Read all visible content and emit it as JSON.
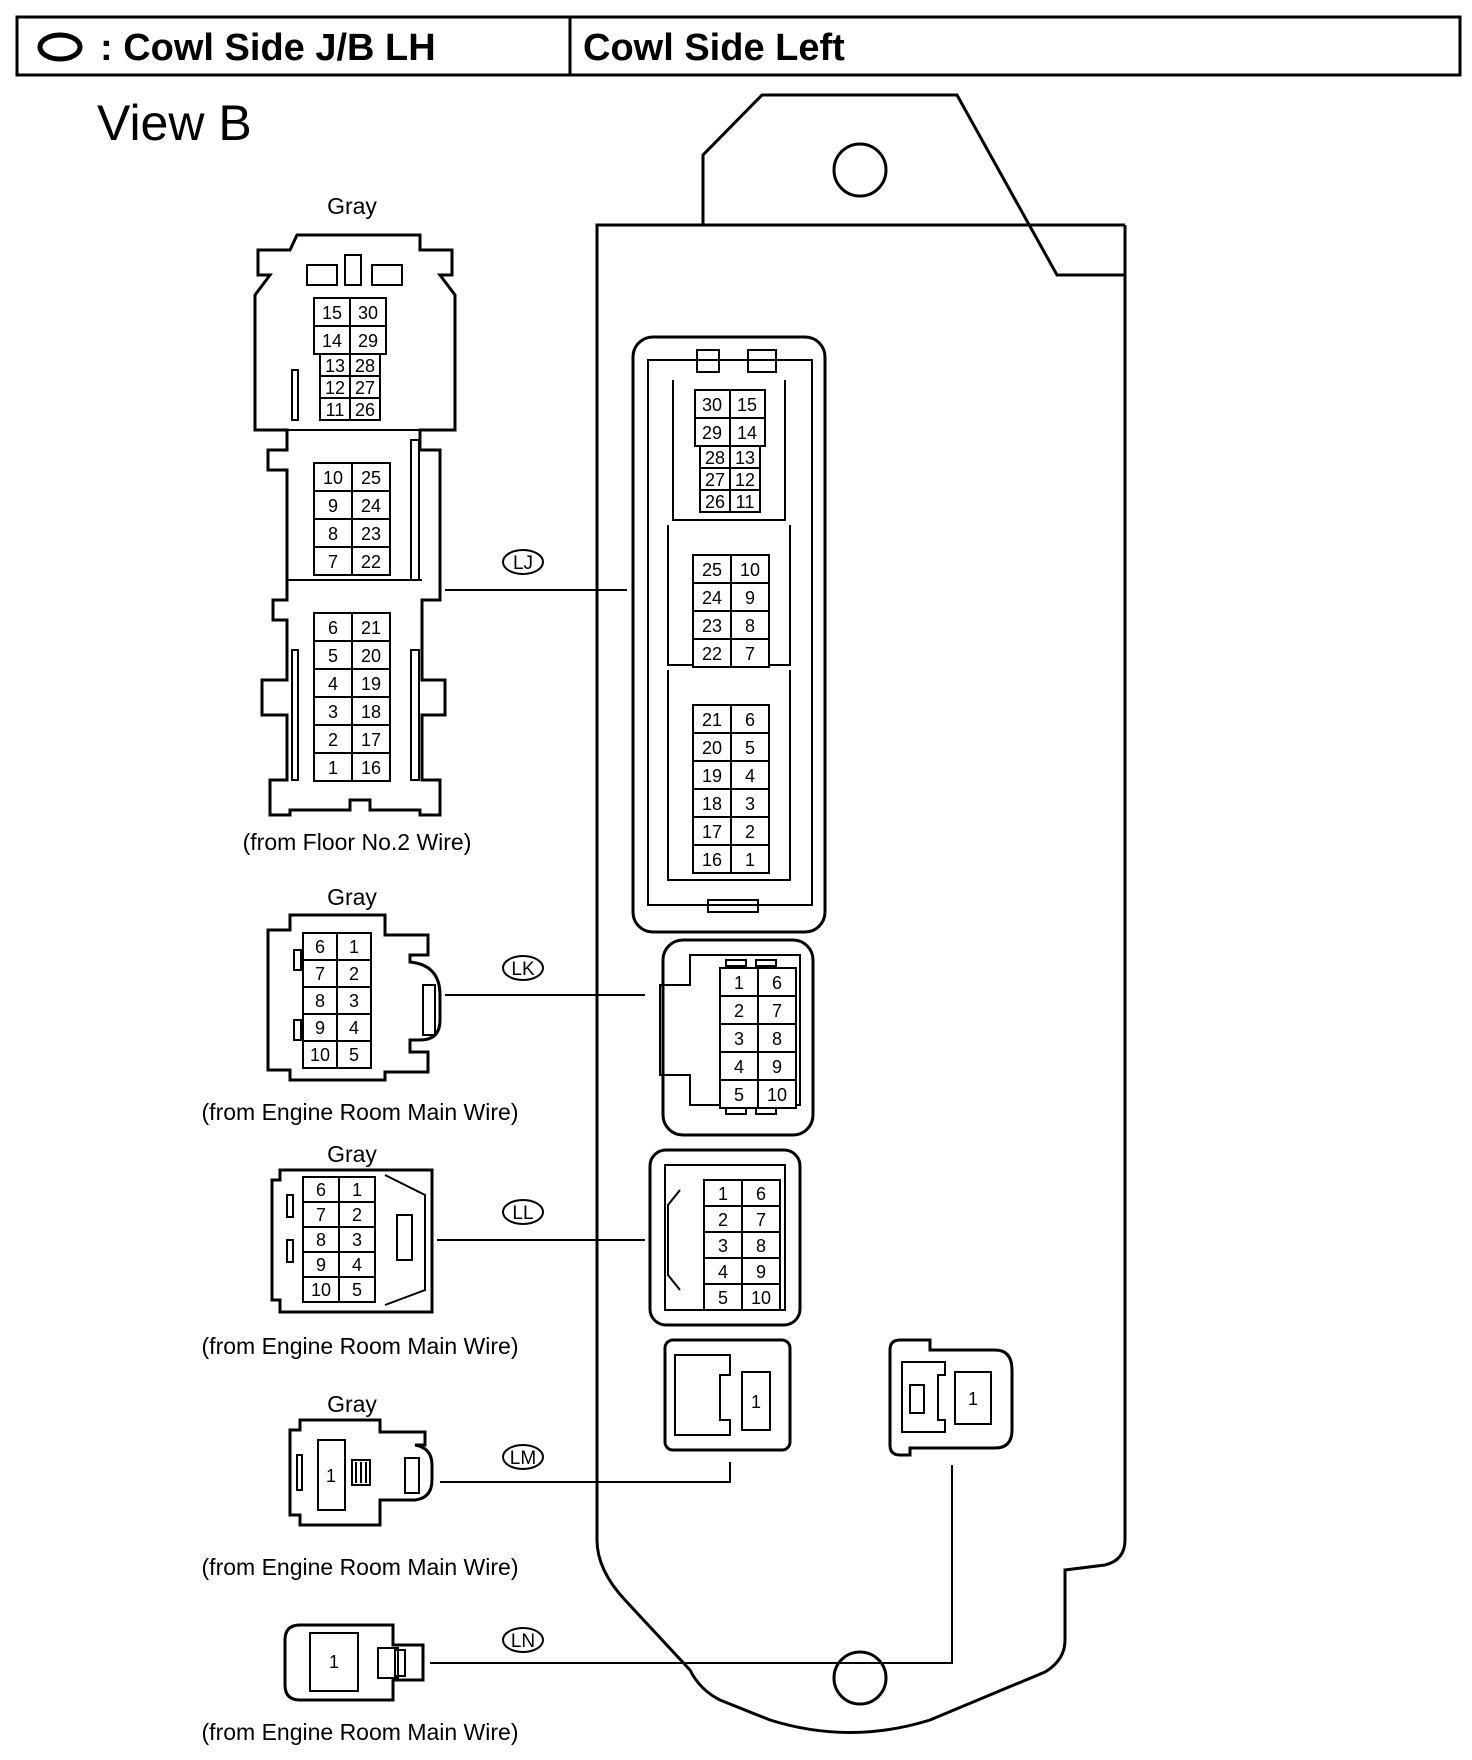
{
  "header": {
    "symbol_icon": "oval-icon",
    "junction_block": ": Cowl Side J/B LH",
    "location": "Cowl Side Left"
  },
  "view_label": "View B",
  "connectors": {
    "LJ": {
      "id": "LJ",
      "color": "Gray",
      "source": "(from Floor No.2 Wire)",
      "harness_side_rows": [
        [
          "15",
          "30"
        ],
        [
          "14",
          "29"
        ],
        [
          "13",
          "28"
        ],
        [
          "12",
          "27"
        ],
        [
          "11",
          "26"
        ],
        [
          "10",
          "25"
        ],
        [
          "9",
          "24"
        ],
        [
          "8",
          "23"
        ],
        [
          "7",
          "22"
        ],
        [
          "6",
          "21"
        ],
        [
          "5",
          "20"
        ],
        [
          "4",
          "19"
        ],
        [
          "3",
          "18"
        ],
        [
          "2",
          "17"
        ],
        [
          "1",
          "16"
        ]
      ],
      "block_side_rows": [
        [
          "30",
          "15"
        ],
        [
          "29",
          "14"
        ],
        [
          "28",
          "13"
        ],
        [
          "27",
          "12"
        ],
        [
          "26",
          "11"
        ],
        [
          "25",
          "10"
        ],
        [
          "24",
          "9"
        ],
        [
          "23",
          "8"
        ],
        [
          "22",
          "7"
        ],
        [
          "21",
          "6"
        ],
        [
          "20",
          "5"
        ],
        [
          "19",
          "4"
        ],
        [
          "18",
          "3"
        ],
        [
          "17",
          "2"
        ],
        [
          "16",
          "1"
        ]
      ]
    },
    "LK": {
      "id": "LK",
      "color": "Gray",
      "source": "(from Engine Room Main Wire)",
      "harness_side_rows": [
        [
          "6",
          "1"
        ],
        [
          "7",
          "2"
        ],
        [
          "8",
          "3"
        ],
        [
          "9",
          "4"
        ],
        [
          "10",
          "5"
        ]
      ],
      "block_side_rows": [
        [
          "1",
          "6"
        ],
        [
          "2",
          "7"
        ],
        [
          "3",
          "8"
        ],
        [
          "4",
          "9"
        ],
        [
          "5",
          "10"
        ]
      ]
    },
    "LL": {
      "id": "LL",
      "color": "Gray",
      "source": "(from Engine Room Main Wire)",
      "harness_side_rows": [
        [
          "6",
          "1"
        ],
        [
          "7",
          "2"
        ],
        [
          "8",
          "3"
        ],
        [
          "9",
          "4"
        ],
        [
          "10",
          "5"
        ]
      ],
      "block_side_rows": [
        [
          "1",
          "6"
        ],
        [
          "2",
          "7"
        ],
        [
          "3",
          "8"
        ],
        [
          "4",
          "9"
        ],
        [
          "5",
          "10"
        ]
      ]
    },
    "LM": {
      "id": "LM",
      "color": "Gray",
      "source": "(from Engine Room Main Wire)",
      "harness_pin": "1",
      "block_pin": "1"
    },
    "LN": {
      "id": "LN",
      "source": "(from Engine Room Main Wire)",
      "harness_pin": "1",
      "block_pin": "1"
    }
  }
}
